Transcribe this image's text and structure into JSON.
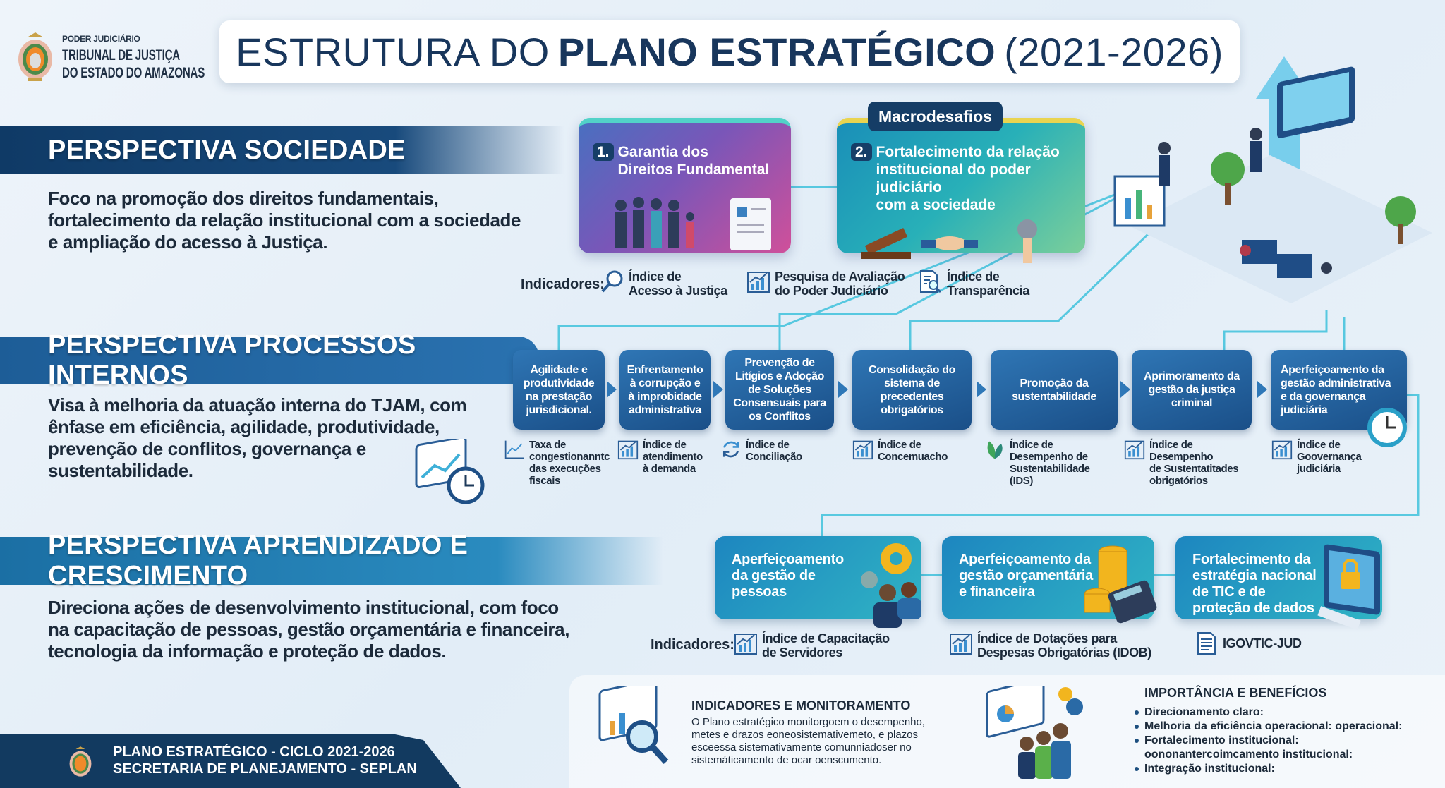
{
  "header": {
    "org_small": "PODER JUDICIÁRIO",
    "org_name": "TRIBUNAL DE JUSTIÇA\nDO ESTADO DO AMAZONAS",
    "title_regular": "ESTRUTURA DO",
    "title_bold": "PLANO ESTRATÉGICO",
    "title_years": "(2021-2026)"
  },
  "colors": {
    "navy": "#123a60",
    "process_blue": "#1f5f9c",
    "teal": "#2aa6c2",
    "background": "#e6eff8"
  },
  "sociedade": {
    "title": "PERSPECTIVA SOCIEDADE",
    "description": "Foco na promoção dos direitos fundamentais,\nfortalecimento da relação institucional com a sociedade\ne ampliação do acesso à Justiça.",
    "macro_label": "Macrodesafios",
    "macros": [
      {
        "number": "1.",
        "text": "Garantia dos\nDireitos Fundamental"
      },
      {
        "number": "2.",
        "text": "Fortalecimento da relação\ninstitucional do poder judiciário\ncom a sociedade"
      }
    ],
    "indicators_label": "Indicadores:",
    "indicators": [
      {
        "icon": "magnifier-icon",
        "text": "Índice de\nAcesso à Justiça"
      },
      {
        "icon": "chart-icon",
        "text": "Pesquisa de Avaliação\ndo Poder Judiciário"
      },
      {
        "icon": "document-search-icon",
        "text": "Índice de\nTransparência"
      }
    ]
  },
  "processos": {
    "title": "PERSPECTIVA PROCESSOS INTERNOS",
    "description": "Visa à melhoria da atuação interna do TJAM, com\nênfase em eficiência, agilidade, produtividade,\nprevenção de conflitos, governança e\nsustentabilidade.",
    "items": [
      "Agilidade e\nprodutividade\nna prestação\njurisdicional.",
      "Enfrentamento\nà corrupção e\nà improbidade\nadministrativa",
      "Prevenção de\nLitígios e Adoção\nde Soluções\nConsensuais para\nos Conflitos",
      "Consolidação do\nsistema de\nprecedentes\nobrigatórios",
      "Promoção da\nsustentabilidade",
      "Aprimoramento da\ngestão da justiça\ncriminal",
      "Aperfeiçoamento da\ngestão administrativa\ne da governança\njudiciária"
    ],
    "indicators": [
      {
        "icon": "line-chart-icon",
        "text": "Taxa de\ncongestionanntc\ndas execuções\nfiscais"
      },
      {
        "icon": "chart-icon",
        "text": "Índice de\natendimento\nà demanda"
      },
      {
        "icon": "cycle-icon",
        "text": "Índice de\nConciliação"
      },
      {
        "icon": "chart-icon",
        "text": "Índice de\nConcemuacho"
      },
      {
        "icon": "leaf-icon",
        "text": "Índice de\nDesempenho de\nSustentabilidade\n(IDS)"
      },
      {
        "icon": "chart-icon",
        "text": "Índice de\nDesempenho\nde Sustentatitades\nobrigatórios"
      },
      {
        "icon": "chart-icon",
        "text": "Índice de\nGoovernança\njudiciária"
      }
    ]
  },
  "aprendizado": {
    "title": "PERSPECTIVA APRENDIZADO E CRESCIMENTO",
    "description": "Direciona ações de desenvolvimento institucional, com foco\nna capacitação de pessoas, gestão orçamentária e financeira,\ntecnologia da informação e proteção de dados.",
    "items": [
      "Aperfeiçoamento\nda gestão de\npessoas",
      "Aperfeiçoamento da\ngestão orçamentária\ne financeira",
      "Fortalecimento da\nestratégia nacional\nde TIC e de\nproteção de dados"
    ],
    "indicators_label": "Indicadores:",
    "indicators": [
      {
        "icon": "chart-icon",
        "text": "Índice de Capacitação\nde Servidores"
      },
      {
        "icon": "chart-icon",
        "text": "Índice de Dotações para\nDespesas Obrigatórias (IDOB)"
      },
      {
        "icon": "document-icon",
        "text": "IGOVTIC-JUD"
      }
    ]
  },
  "monitoring": {
    "title": "INDICADORES E MONITORAMENTO",
    "text": "O Plano estratégico monitorgoem o desempenho,\nmetes e drazos eoneosistemativemeto, e plazos\nesceessa sistemativamente comunniadoser no\nsistemáticamento de ocar oenscumento."
  },
  "benefits": {
    "title": "IMPORTÂNCIA E BENEFÍCIOS",
    "items": [
      "Direcionamento claro:",
      "Melhoria da eficiência operacional: operacional:",
      "Fortalecimento institucional:\noononantercoimcamento institucional:",
      "Integração institucional:"
    ]
  },
  "footer": {
    "line1": "PLANO ESTRATÉGICO - CICLO 2021-2026",
    "line2": "SECRETARIA DE PLANEJAMENTO - SEPLAN"
  }
}
